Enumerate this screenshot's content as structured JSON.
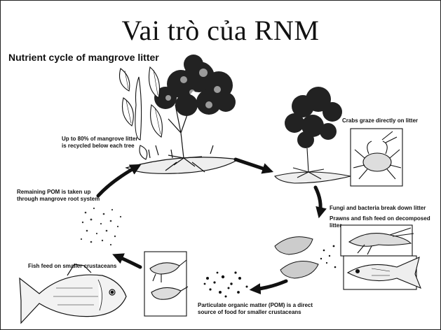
{
  "slide": {
    "title": "Vai trò của RNM",
    "diagram_title": "Nutrient cycle of mangrove litter"
  },
  "labels": {
    "recycled_l1": "Up to 80% of mangrove litter",
    "recycled_l2": "is recycled below each tree",
    "crabs": "Crabs graze directly on litter",
    "fungi": "Fungi and bacteria break down litter",
    "prawns": "Prawns and fish feed on decomposed litter",
    "pom_l1": "Particulate organic matter (POM) is a direct",
    "pom_l2": "source of food for smaller crustaceans",
    "fish": "Fish feed on smaller crustaceans",
    "roots_l1": "Remaining POM is taken up",
    "roots_l2": "through mangrove root system"
  }
}
